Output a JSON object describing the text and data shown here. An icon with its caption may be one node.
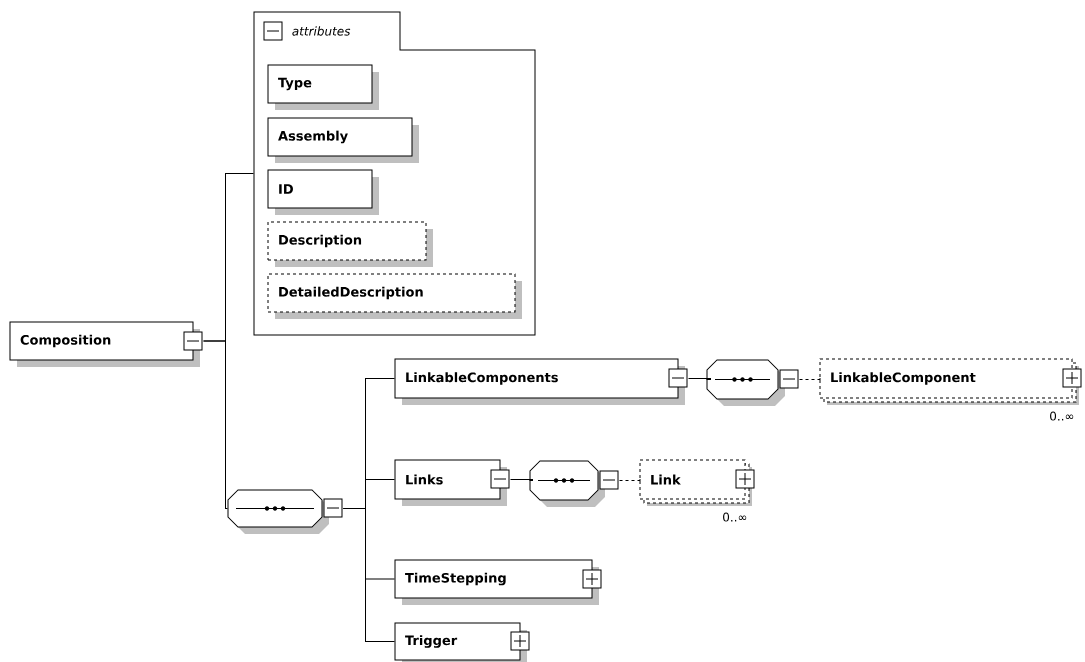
{
  "diagram": {
    "nodes": [
      {
        "text": [
          "Composition"
        ]
      },
      {
        "text": [
          "attributes"
        ]
      },
      {
        "text": [
          "Type"
        ],
        "in": 1
      },
      {
        "text": [
          "Assembly"
        ],
        "in": 1
      },
      {
        "text": [
          "ID"
        ],
        "in": 1
      },
      {
        "text": [
          "Description"
        ],
        "in": 1
      },
      {
        "text": [
          "DetailedDescription"
        ],
        "in": 1
      },
      {
        "text": [],
        "shape": "octagon"
      },
      {
        "text": [
          "LinkableComponents"
        ]
      },
      {
        "text": [],
        "shape": "octagon"
      },
      {
        "text": [
          "LinkableComponent"
        ],
        "beside": [
          "0..∞"
        ]
      },
      {
        "text": [
          "Links"
        ]
      },
      {
        "text": [],
        "shape": "octagon"
      },
      {
        "text": [
          "Link"
        ],
        "beside": [
          "0..∞"
        ]
      },
      {
        "text": [
          "TimeStepping"
        ]
      },
      {
        "text": [
          "Trigger"
        ]
      }
    ],
    "edges": [
      {
        "from": 0,
        "to": 1,
        "arrow": "none"
      },
      {
        "from": 0,
        "to": 7,
        "arrow": "none"
      },
      {
        "from": 7,
        "to": 8,
        "arrow": "none"
      },
      {
        "from": 7,
        "to": 11,
        "arrow": "none"
      },
      {
        "from": 7,
        "to": 14,
        "arrow": "none"
      },
      {
        "from": 7,
        "to": 15,
        "arrow": "none"
      },
      {
        "from": 8,
        "to": 9,
        "arrow": "none"
      },
      {
        "from": 9,
        "to": 10,
        "arrow": "none",
        "style": "dashed"
      },
      {
        "from": 11,
        "to": 12,
        "arrow": "none"
      },
      {
        "from": 12,
        "to": 13,
        "arrow": "none",
        "style": "dashed"
      }
    ]
  }
}
